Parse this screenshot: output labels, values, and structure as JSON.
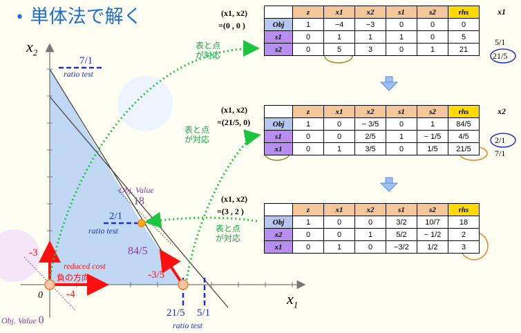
{
  "title": "単体法で解く",
  "bullet": "•",
  "plot": {
    "x_axis_label": "x",
    "x_axis_sub": "1",
    "y_axis_label": "x",
    "y_axis_sub": "2",
    "origin_label": "0",
    "ratio_test_top": {
      "value": "7/1",
      "label": "ratio test"
    },
    "ratio_test_mid": {
      "value": "2/1",
      "label": "ratio test"
    },
    "ratio_test_bottom": {
      "value1": "21/5",
      "value2": "5/1",
      "label": "ratio test"
    },
    "obj_value_top": {
      "label": "Obj. Value",
      "value": "18"
    },
    "obj_value_bottom": {
      "label": "Obj. Value",
      "value": "0"
    },
    "reduced_cost": {
      "label": "reduced cost",
      "sub": "負の方向"
    },
    "arrow_values": {
      "minus3": "-3",
      "minus4": "-4",
      "minus3_5": "-3/5",
      "v84_5": "84/5"
    }
  },
  "tables": [
    {
      "point_label": "(x1, x2)",
      "point_value": "=(0 , 0 )",
      "correspond": [
        "表と点",
        "が対応"
      ],
      "side_header": "x1",
      "headers": [
        "",
        "z",
        "x1",
        "x2",
        "s1",
        "s2",
        "rhs"
      ],
      "rows": [
        {
          "name": "Obj",
          "cells": [
            "1",
            "−4",
            "−3",
            "0",
            "0",
            "0"
          ],
          "side": ""
        },
        {
          "name": "s1",
          "cells": [
            "0",
            "1",
            "1",
            "1",
            "0",
            "5"
          ],
          "side": "5/1"
        },
        {
          "name": "s2",
          "cells": [
            "0",
            "5",
            "3",
            "0",
            "1",
            "21"
          ],
          "side": "21/5"
        }
      ]
    },
    {
      "point_label": "(x1, x2)",
      "point_value": "=(21/5, 0)",
      "correspond": [
        "表と点",
        "が対応"
      ],
      "side_header": "x2",
      "headers": [
        "",
        "z",
        "x1",
        "x2",
        "s1",
        "s2",
        "rhs"
      ],
      "rows": [
        {
          "name": "Obj",
          "cells": [
            "1",
            "0",
            "− 3/5",
            "0",
            "1",
            "84/5"
          ],
          "side": ""
        },
        {
          "name": "s1",
          "cells": [
            "0",
            "0",
            "2/5",
            "1",
            "− 1/5",
            "4/5"
          ],
          "side": "2/1"
        },
        {
          "name": "x1",
          "cells": [
            "0",
            "1",
            "3/5",
            "0",
            "1/5",
            "21/5"
          ],
          "side": "7/1"
        }
      ]
    },
    {
      "point_label": "(x1, x2)",
      "point_value": "=(3 , 2 )",
      "correspond": [
        "表と点",
        "が対応"
      ],
      "side_header": "",
      "headers": [
        "",
        "z",
        "x1",
        "x2",
        "s1",
        "s2",
        "rhs"
      ],
      "rows": [
        {
          "name": "Obj",
          "cells": [
            "1",
            "0",
            "0",
            "3/2",
            "10/7",
            "18"
          ],
          "side": ""
        },
        {
          "name": "x2",
          "cells": [
            "0",
            "0",
            "1",
            "5/2",
            "− 1/2",
            "2"
          ],
          "side": ""
        },
        {
          "name": "x1",
          "cells": [
            "0",
            "1",
            "0",
            "−3/2",
            "1/2",
            "3"
          ],
          "side": ""
        }
      ]
    }
  ],
  "colors": {
    "header_orange": "#f4c79a",
    "rhs_yellow": "#ffd900",
    "obj_blue": "#b6c6f0",
    "basis_purple": "#b78ef0",
    "feasible_region": "#b9d4f4",
    "arrow_red": "#ff1010",
    "dotted_green": "#1cc440",
    "step_arrow": "#5b8fe0"
  }
}
